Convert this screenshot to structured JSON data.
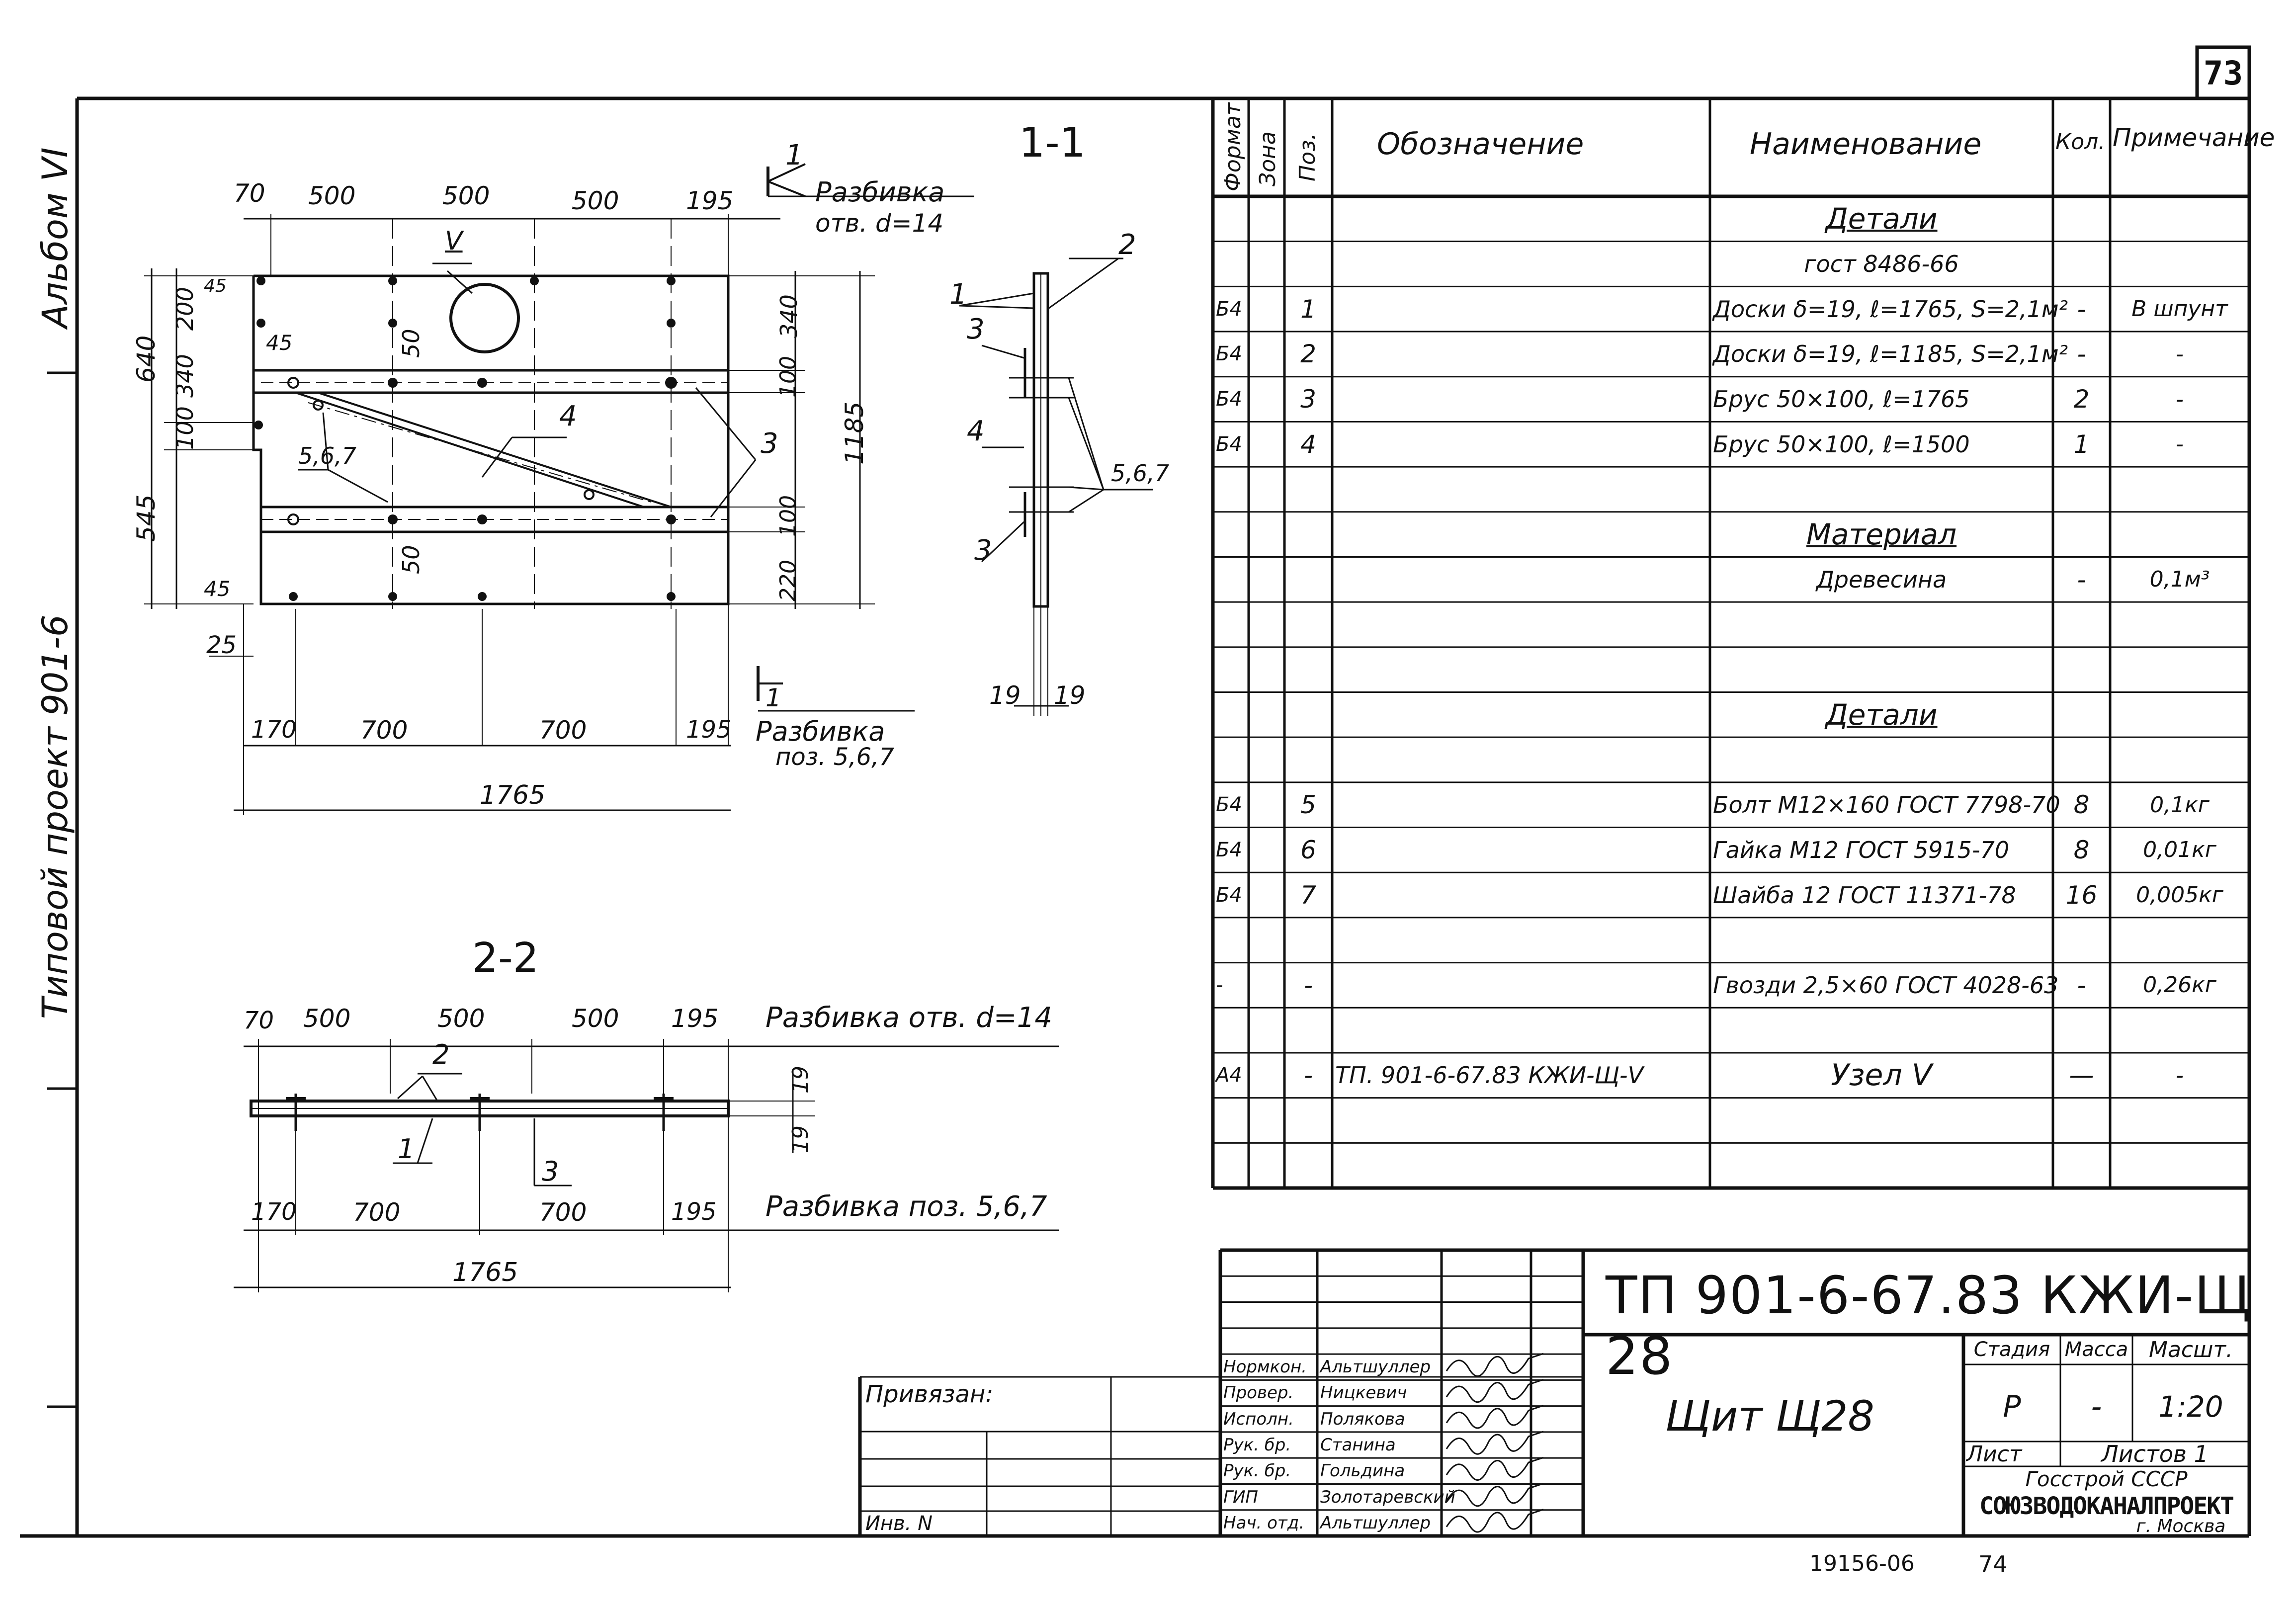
{
  "sheet_number": "73",
  "side_labels": {
    "album": "Альбом VI",
    "project": "Типовой проект 901-6"
  },
  "drawing": {
    "section_1_1": {
      "title": "1-1",
      "top_dims": [
        "70",
        "500",
        "500",
        "500",
        "195"
      ],
      "bottom_dims": [
        "170",
        "700",
        "700",
        "195"
      ],
      "total": "1765",
      "left_dims": [
        "640",
        "200",
        "340",
        "100",
        "545",
        "45",
        "45",
        "25",
        "45"
      ],
      "right_dims": [
        "340",
        "100",
        "100",
        "220",
        "1185"
      ],
      "inner_labels": [
        "50",
        "50"
      ],
      "node_label": "V",
      "pos_labels": [
        "4",
        "3",
        "5,6,7"
      ],
      "cut_top": "1",
      "cut_bottom": "1",
      "note_top": "Разбивка",
      "note_top2": "отв. d=14",
      "note_bottom": "Разбивка",
      "note_bottom2": "поз. 5,6,7"
    },
    "side_view": {
      "labels": [
        "2",
        "1",
        "3",
        "4",
        "3",
        "5,6,7"
      ],
      "dims": [
        "19",
        "19"
      ]
    },
    "section_2_2": {
      "title": "2-2",
      "top_dims": [
        "70",
        "500",
        "500",
        "500",
        "195"
      ],
      "bottom_dims": [
        "170",
        "700",
        "700",
        "195"
      ],
      "total": "1765",
      "labels": [
        "2",
        "1",
        "3"
      ],
      "right_dims": [
        "19",
        "19"
      ],
      "note_top": "Разбивка отв. d=14",
      "note_bottom": "Разбивка поз. 5,6,7"
    }
  },
  "spec": {
    "headers": {
      "format": "Формат",
      "zone": "Зона",
      "pos": "Поз.",
      "designation": "Обозначение",
      "name": "Наименование",
      "qty": "Кол.",
      "note": "Примечание"
    },
    "rows": [
      {
        "format": "",
        "zone": "",
        "pos": "",
        "designation": "",
        "name": "Детали",
        "qty": "",
        "note": "",
        "style": "head"
      },
      {
        "format": "",
        "zone": "",
        "pos": "",
        "designation": "",
        "name": "гост 8486-66",
        "qty": "",
        "note": "",
        "style": "center"
      },
      {
        "format": "Б4",
        "zone": "",
        "pos": "1",
        "designation": "",
        "name": "Доски δ=19, ℓ=1765, S=2,1м²",
        "qty": "-",
        "note": "В шпунт",
        "style": ""
      },
      {
        "format": "Б4",
        "zone": "",
        "pos": "2",
        "designation": "",
        "name": "Доски δ=19, ℓ=1185, S=2,1м²",
        "qty": "-",
        "note": "-",
        "style": ""
      },
      {
        "format": "Б4",
        "zone": "",
        "pos": "3",
        "designation": "",
        "name": "Брус 50×100, ℓ=1765",
        "qty": "2",
        "note": "-",
        "style": ""
      },
      {
        "format": "Б4",
        "zone": "",
        "pos": "4",
        "designation": "",
        "name": "Брус 50×100, ℓ=1500",
        "qty": "1",
        "note": "-",
        "style": ""
      },
      {
        "format": "",
        "zone": "",
        "pos": "",
        "designation": "",
        "name": "",
        "qty": "",
        "note": "",
        "style": ""
      },
      {
        "format": "",
        "zone": "",
        "pos": "",
        "designation": "",
        "name": "Материал",
        "qty": "",
        "note": "",
        "style": "head"
      },
      {
        "format": "",
        "zone": "",
        "pos": "",
        "designation": "",
        "name": "Древесина",
        "qty": "-",
        "note": "0,1м³",
        "style": "center"
      },
      {
        "format": "",
        "zone": "",
        "pos": "",
        "designation": "",
        "name": "",
        "qty": "",
        "note": "",
        "style": ""
      },
      {
        "format": "",
        "zone": "",
        "pos": "",
        "designation": "",
        "name": "",
        "qty": "",
        "note": "",
        "style": ""
      },
      {
        "format": "",
        "zone": "",
        "pos": "",
        "designation": "",
        "name": "Детали",
        "qty": "",
        "note": "",
        "style": "head"
      },
      {
        "format": "",
        "zone": "",
        "pos": "",
        "designation": "",
        "name": "",
        "qty": "",
        "note": "",
        "style": ""
      },
      {
        "format": "Б4",
        "zone": "",
        "pos": "5",
        "designation": "",
        "name": "Болт М12×160 ГОСТ 7798-70",
        "qty": "8",
        "note": "0,1кг",
        "style": ""
      },
      {
        "format": "Б4",
        "zone": "",
        "pos": "6",
        "designation": "",
        "name": "Гайка М12 ГОСТ 5915-70",
        "qty": "8",
        "note": "0,01кг",
        "style": ""
      },
      {
        "format": "Б4",
        "zone": "",
        "pos": "7",
        "designation": "",
        "name": "Шайба 12 ГОСТ 11371-78",
        "qty": "16",
        "note": "0,005кг",
        "style": ""
      },
      {
        "format": "",
        "zone": "",
        "pos": "",
        "designation": "",
        "name": "",
        "qty": "",
        "note": "",
        "style": ""
      },
      {
        "format": "-",
        "zone": "",
        "pos": "-",
        "designation": "",
        "name": "Гвозди 2,5×60 ГОСТ 4028-63",
        "qty": "-",
        "note": "0,26кг",
        "style": ""
      },
      {
        "format": "",
        "zone": "",
        "pos": "",
        "designation": "",
        "name": "",
        "qty": "",
        "note": "",
        "style": ""
      },
      {
        "format": "А4",
        "zone": "",
        "pos": "-",
        "designation": "ТП. 901-6-67.83 КЖИ-Щ-V",
        "name": "Узел V",
        "qty": "—",
        "note": "-",
        "style": "center"
      },
      {
        "format": "",
        "zone": "",
        "pos": "",
        "designation": "",
        "name": "",
        "qty": "",
        "note": "",
        "style": ""
      },
      {
        "format": "",
        "zone": "",
        "pos": "",
        "designation": "",
        "name": "",
        "qty": "",
        "note": "",
        "style": ""
      }
    ]
  },
  "title_block": {
    "code": "ТП 901-6-67.83 КЖИ-Щ 28",
    "title": "Щит Щ28",
    "stage_label": "Стадия",
    "mass_label": "Масса",
    "scale_label": "Масшт.",
    "stage": "Р",
    "mass": "-",
    "scale": "1:20",
    "sheet_label": "Лист",
    "sheets_label": "Листов 1",
    "org1": "Госстрой СССР",
    "org2": "СОЮЗВОДОКАНАЛПРОЕКТ",
    "city": "г. Москва",
    "bound_label": "Привязан:",
    "inv_label": "Инв. N",
    "signers": [
      {
        "role": "Нормкон.",
        "name": "Альтшуллер"
      },
      {
        "role": "Провер.",
        "name": "Ницкевич"
      },
      {
        "role": "Исполн.",
        "name": "Полякова"
      },
      {
        "role": "Рук. бр.",
        "name": "Станина"
      },
      {
        "role": "Рук. бр.",
        "name": "Гольдина"
      },
      {
        "role": "ГИП",
        "name": "Золотаревский"
      },
      {
        "role": "Нач. отд.",
        "name": "Альтшуллер"
      }
    ]
  },
  "footer": {
    "order": "19156-06",
    "page": "74"
  }
}
